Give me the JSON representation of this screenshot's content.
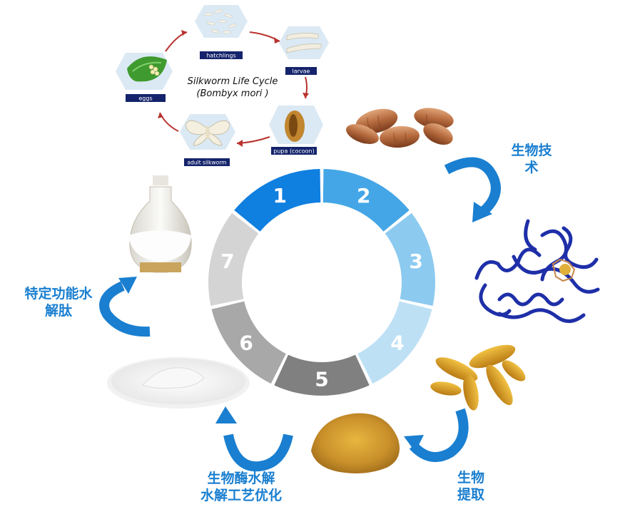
{
  "life_cycle": {
    "title_line1": "Silkworm Life Cycle",
    "title_line2": "(Bombyx mori )",
    "stages": {
      "hatchlings": "hatchlings",
      "larvae": "larvae",
      "pupa": "pupa (cocoon)",
      "adult": "adult silkworm",
      "eggs": "eggs"
    }
  },
  "ring": {
    "segments": [
      {
        "number": "1",
        "color": "#0f7fe0"
      },
      {
        "number": "2",
        "color": "#44a6e6"
      },
      {
        "number": "3",
        "color": "#8ccaf0"
      },
      {
        "number": "4",
        "color": "#bde0f5"
      },
      {
        "number": "5",
        "color": "#808080"
      },
      {
        "number": "6",
        "color": "#a8a8a8"
      },
      {
        "number": "7",
        "color": "#d4d4d4"
      }
    ]
  },
  "labels": {
    "biotech_line1": "生物技",
    "biotech_line2": "术",
    "extract_line1": "生物",
    "extract_line2": "提取",
    "enzyme_line1": "生物酶水解",
    "enzyme_line2": "水解工艺优化",
    "peptide_line1": "特定功能水",
    "peptide_line2": "解肽"
  },
  "colors": {
    "arrow_blue": "#1a7fd0",
    "cycle_arrow_red": "#b8322e",
    "stage_tag_navy": "#14236b"
  }
}
